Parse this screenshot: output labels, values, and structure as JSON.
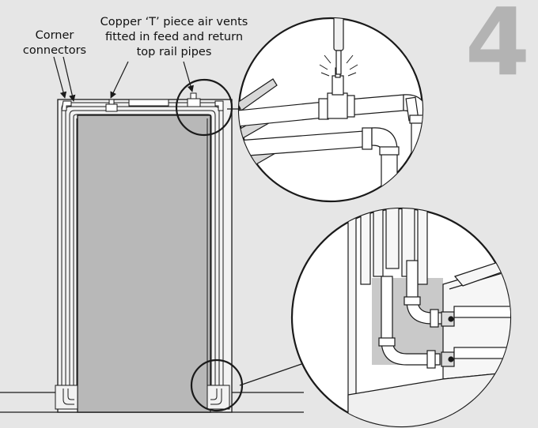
{
  "step": "4",
  "labels": {
    "corner_connectors": [
      "Corner",
      "connectors"
    ],
    "tee_vents": [
      "Copper ‘T’ piece air vents",
      "fitted in feed and return",
      "top rail pipes"
    ]
  },
  "colors": {
    "background": "#e6e6e6",
    "wall": "#f2f2f2",
    "door_panel": "#b8b8b8",
    "line": "#1a1a1a",
    "step_number": "#b3b3b3",
    "magnifier_fill": "#ffffff"
  }
}
